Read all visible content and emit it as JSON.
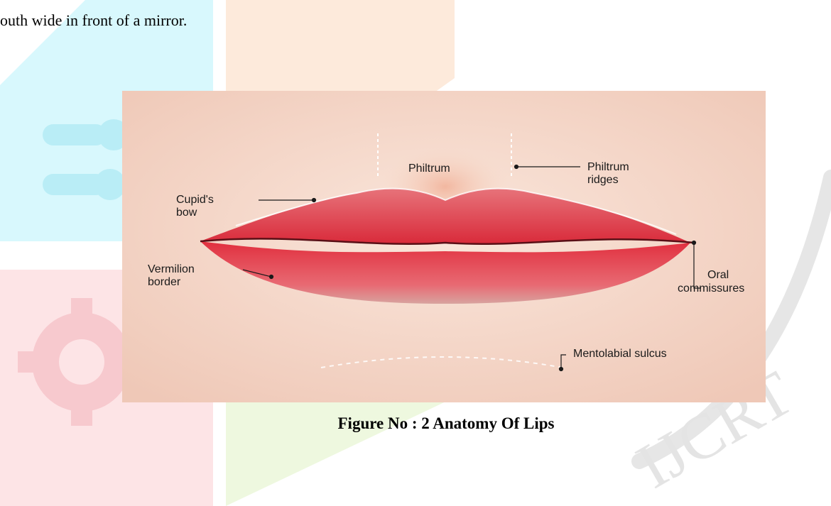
{
  "document": {
    "body_text": "outh wide in front of a mirror."
  },
  "figure": {
    "labels": {
      "philtrum": "Philtrum",
      "philtrum_ridges_1": "Philtrum",
      "philtrum_ridges_2": "ridges",
      "cupids_bow_1": "Cupid's",
      "cupids_bow_2": "bow",
      "vermilion_border_1": "Vermilion",
      "vermilion_border_2": "border",
      "oral_commissures_1": "Oral",
      "oral_commissures_2": "commissures",
      "mentolabial_sulcus": "Mentolabial sulcus"
    },
    "caption": "Figure No : 2 Anatomy Of Lips"
  },
  "watermark": {
    "text": "IJCRT"
  },
  "colors": {
    "skin": "#f6d8c8",
    "lip": "#e0323f",
    "watermark_cyan": "#d8f8fd",
    "watermark_orange": "#fdeadb",
    "watermark_pink": "#fde4e6",
    "watermark_green": "#eef8df"
  }
}
